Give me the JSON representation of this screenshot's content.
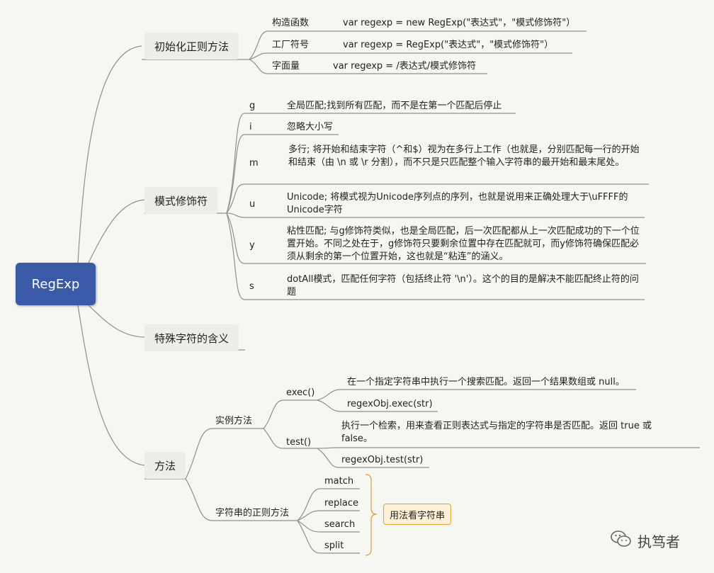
{
  "root": {
    "label": "RegExp"
  },
  "init": {
    "title": "初始化正则方法",
    "items": [
      {
        "label": "构造函数",
        "value": "var regexp = new RegExp(\"表达式\"，\"模式修饰符\"）"
      },
      {
        "label": "工厂符号",
        "value": "var regexp = RegExp(\"表达式\"，\"模式修饰符\"）"
      },
      {
        "label": "字面量",
        "value": "var regexp = /表达式/模式修饰符"
      }
    ]
  },
  "modifiers": {
    "title": "模式修饰符",
    "items": [
      {
        "flag": "g",
        "desc": "全局匹配;找到所有匹配，而不是在第一个匹配后停止"
      },
      {
        "flag": "i",
        "desc": "忽略大小写"
      },
      {
        "flag": "m",
        "desc": "多行; 将开始和结束字符（^和$）视为在多行上工作（也就是，分别匹配每一行的开始和结束（由 \\n 或 \\r 分割），而不只是只匹配整个输入字符串的最开始和最末尾处。"
      },
      {
        "flag": "u",
        "desc": "Unicode; 将模式视为Unicode序列点的序列，也就是说用来正确处理大于\\uFFFF的Unicode字符"
      },
      {
        "flag": "y",
        "desc": "粘性匹配; 与g修饰符类似，也是全局匹配，后一次匹配都从上一次匹配成功的下一个位置开始。不同之处在于，g修饰符只要剩余位置中存在匹配就可，而y修饰符确保匹配必须从剩余的第一个位置开始，这也就是“粘连”的涵义。"
      },
      {
        "flag": "s",
        "desc": "dotAll模式，匹配任何字符（包括终止符 '\\n'）。这个的目的是解决不能匹配终止符的问题"
      }
    ]
  },
  "special": {
    "title": "特殊字符的含义"
  },
  "methods": {
    "title": "方法",
    "instance": {
      "label": "实例方法",
      "exec": {
        "name": "exec()",
        "desc": "在一个指定字符串中执行一个搜索匹配。返回一个结果数组或 null。",
        "usage": "regexObj.exec(str)"
      },
      "test": {
        "name": "test()",
        "desc": "执行一个检索，用来查看正则表达式与指定的字符串是否匹配。返回 true 或 false。",
        "usage": "regexObj.test(str)"
      }
    },
    "string": {
      "label": "字符串的正则方法",
      "items": [
        "match",
        "replace",
        "search",
        "split"
      ],
      "note": "用法看字符串"
    }
  },
  "watermark": {
    "text": "执笃者",
    "icon": "wechat-icon"
  },
  "colors": {
    "root": "#3a5aa8",
    "line": "#9a9a9a",
    "background": "#f6f7f2",
    "note_border": "#e0a040",
    "note_fill": "#fdf2d6"
  }
}
